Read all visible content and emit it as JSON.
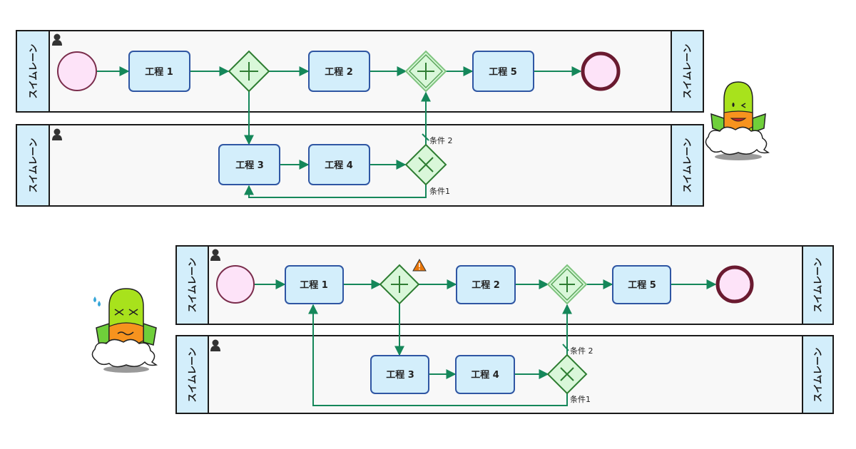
{
  "diagrams": [
    {
      "id": "before",
      "lanes": [
        {
          "header_left": "スイムレーン",
          "header_right": "スイムレーン",
          "role_icon": "person-icon"
        },
        {
          "header_left": "スイムレーン",
          "header_right": "スイムレーン",
          "role_icon": "person-icon"
        }
      ],
      "tasks": [
        "工程 1",
        "工程 2",
        "工程 5",
        "工程 3",
        "工程 4"
      ],
      "conditions": [
        "条件 2",
        "条件1"
      ],
      "mascot": "happy-mascot-on-cloud"
    },
    {
      "id": "after",
      "lanes": [
        {
          "header_left": "スイムレーン",
          "header_right": "スイムレーン",
          "role_icon": "person-icon"
        },
        {
          "header_left": "スイムレーン",
          "header_right": "スイムレーン",
          "role_icon": "person-icon"
        }
      ],
      "tasks": [
        "工程 1",
        "工程 2",
        "工程 5",
        "工程 3",
        "工程 4"
      ],
      "conditions": [
        "条件 2",
        "条件1"
      ],
      "warning_icon": "warning-triangle-icon",
      "mascot": "troubled-mascot-on-cloud"
    }
  ],
  "colors": {
    "flow": "#15875a",
    "task_fill": "#d3eefb",
    "task_stroke": "#2f56a3",
    "gateway_fill": "#d9f7d9",
    "gateway_stroke": "#2e7d32",
    "event_fill": "#fde3f8",
    "warning": "#e8760a"
  }
}
